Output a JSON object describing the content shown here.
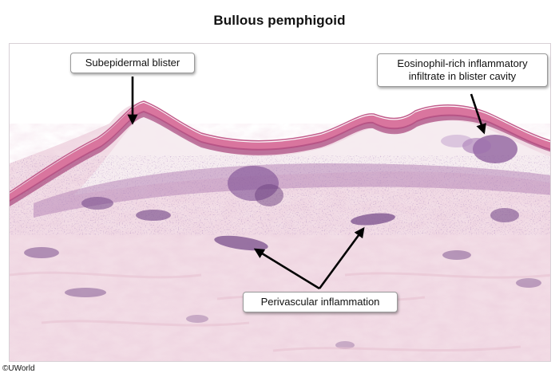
{
  "title": "Bullous pemphigoid",
  "labels": {
    "blister": "Subepidermal blister",
    "eosinophil_line1": "Eosinophil-rich inflammatory",
    "eosinophil_line2": "infiltrate in blister cavity",
    "perivascular": "Perivascular inflammation"
  },
  "credit": "©UWorld",
  "colors": {
    "dermis": "#f2dde6",
    "epidermis": "#d9759e",
    "infiltrate": "#7a4f8c",
    "arrow": "#000000"
  }
}
